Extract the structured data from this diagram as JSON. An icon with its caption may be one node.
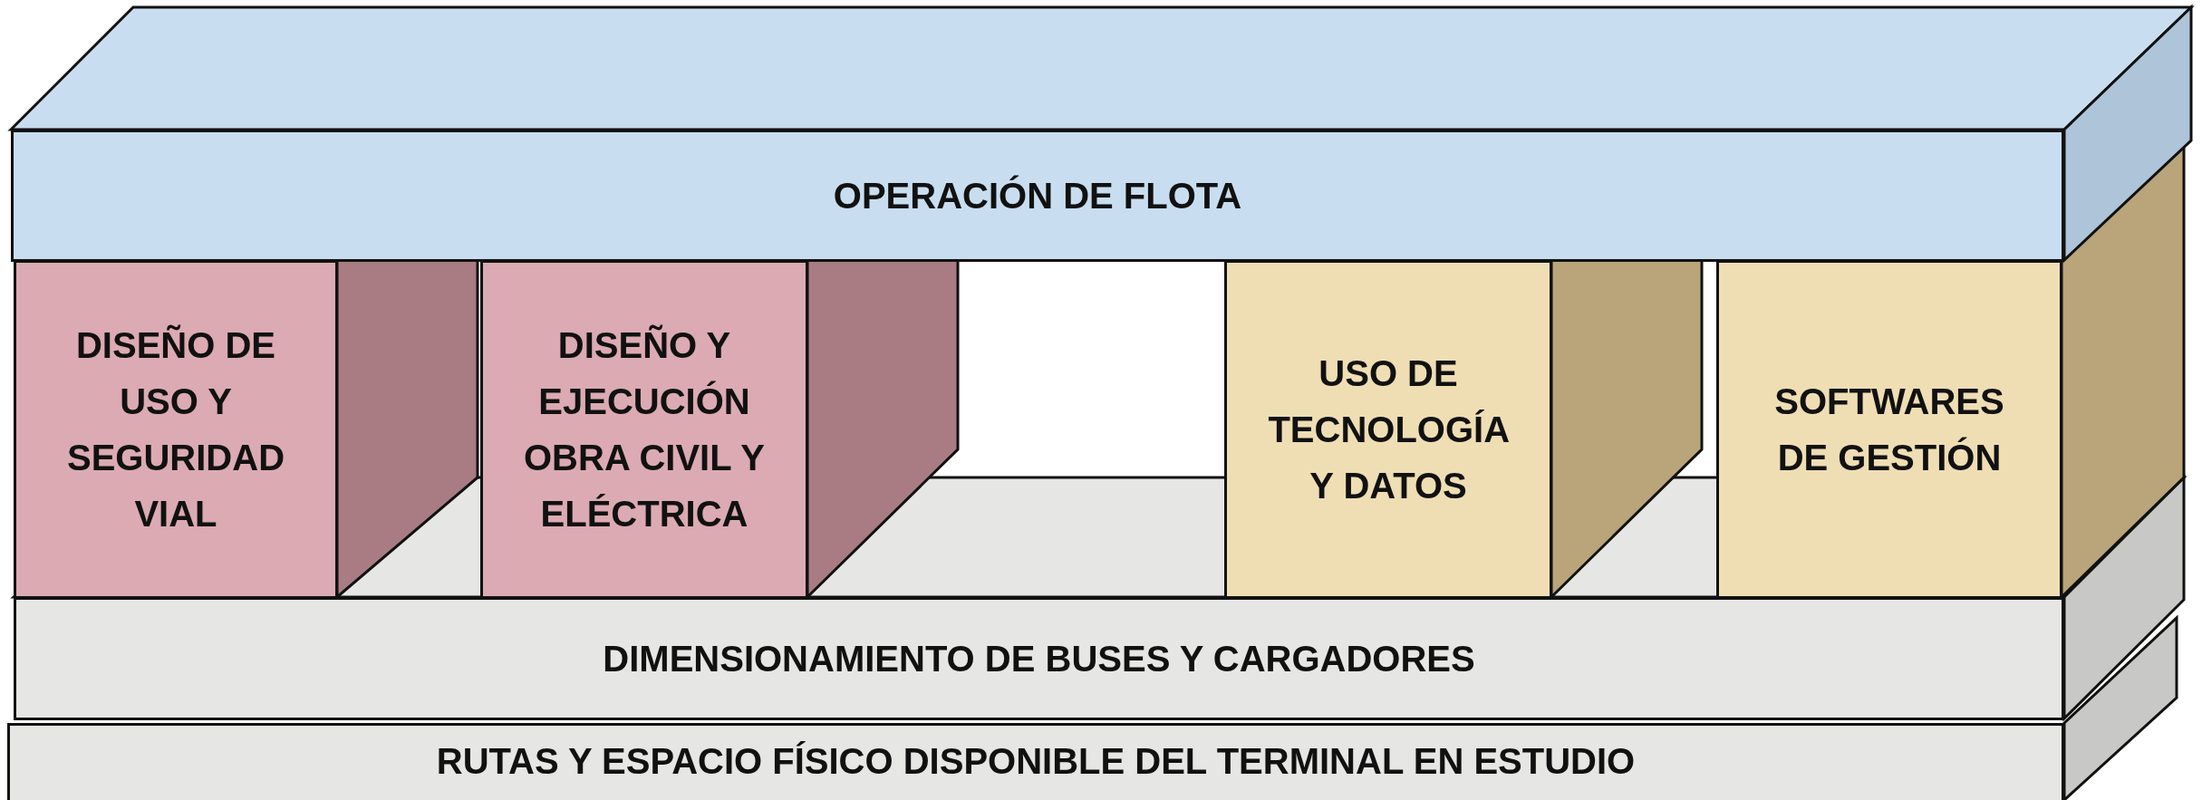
{
  "diagram": {
    "nodes": [
      {
        "text": [
          "OPERACIÓN DE FLOTA"
        ]
      },
      {
        "text": [
          "DISEÑO DE USO Y SEGURIDAD VIAL"
        ]
      },
      {
        "text": [
          "DISEÑO Y EJECUCIÓN OBRA CIVIL Y ELÉCTRICA"
        ]
      },
      {
        "text": [
          "USO DE TECNOLOGÍA Y DATOS"
        ]
      },
      {
        "text": [
          "SOFTWARES DE GESTIÓN"
        ]
      },
      {
        "text": [
          "DIMENSIONAMIENTO DE BUSES Y CARGADORES"
        ]
      },
      {
        "text": [
          "RUTAS Y ESPACIO FÍSICO DISPONIBLE DEL TERMINAL EN ESTUDIO"
        ]
      }
    ]
  }
}
